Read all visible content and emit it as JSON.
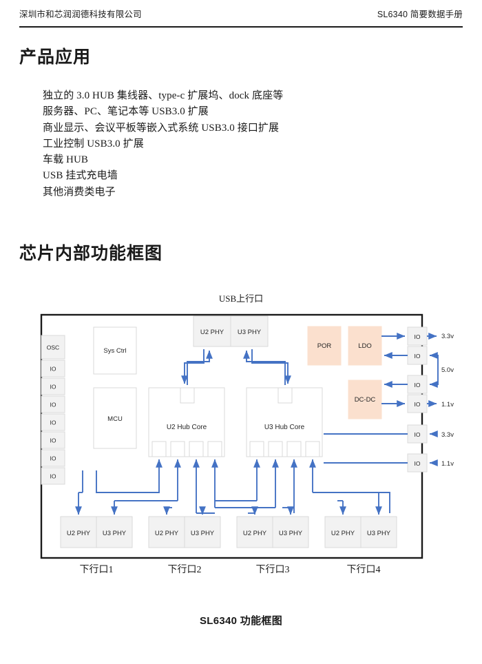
{
  "header": {
    "company": "深圳市和芯润润德科技有限公司",
    "document": "SL6340 简要数据手册"
  },
  "sections": {
    "applications": {
      "heading": "产品应用",
      "items": [
        "独立的 3.0 HUB 集线器、type-c 扩展坞、dock 底座等",
        "服务器、PC、笔记本等 USB3.0 扩展",
        "商业显示、会议平板等嵌入式系统 USB3.0 接口扩展",
        "工业控制 USB3.0 扩展",
        "车载 HUB",
        "USB 挂式充电墙",
        "其他消费类电子"
      ]
    },
    "block_diagram": {
      "heading": "芯片内部功能框图",
      "caption": "SL6340 功能框图",
      "upstream_label": "USB上行口",
      "left_column": {
        "osc": "OSC",
        "io": [
          "IO",
          "IO",
          "IO",
          "IO",
          "IO",
          "IO",
          "IO"
        ]
      },
      "control_blocks": [
        {
          "label": "Sys Ctrl"
        },
        {
          "label": "MCU"
        }
      ],
      "upstream_phys": [
        {
          "label": "U2 PHY"
        },
        {
          "label": "U3 PHY"
        }
      ],
      "hub_cores": [
        {
          "label": "U2 Hub Core"
        },
        {
          "label": "U3 Hub Core"
        }
      ],
      "power_blocks": [
        {
          "label": "POR"
        },
        {
          "label": "LDO"
        },
        {
          "label": "DC-DC"
        }
      ],
      "right_io": [
        {
          "label": "IO",
          "voltage": "3.3v",
          "direction": "out"
        },
        {
          "label": "IO",
          "voltage": "5.0v",
          "direction": "in"
        },
        {
          "label": "IO",
          "voltage": "5.0v",
          "direction": "in"
        },
        {
          "label": "IO",
          "voltage": "1.1v",
          "direction": "out"
        },
        {
          "label": "IO",
          "voltage": "3.3v",
          "direction": "in"
        },
        {
          "label": "IO",
          "voltage": "1.1v",
          "direction": "in"
        }
      ],
      "right_voltages": [
        "3.3v",
        "5.0v",
        "1.1v",
        "3.3v",
        "1.1v"
      ],
      "downstream_ports": [
        {
          "label": "下行口1",
          "phys": [
            "U2 PHY",
            "U3 PHY"
          ]
        },
        {
          "label": "下行口2",
          "phys": [
            "U2 PHY",
            "U3 PHY"
          ]
        },
        {
          "label": "下行口3",
          "phys": [
            "U2 PHY",
            "U3 PHY"
          ]
        },
        {
          "label": "下行口4",
          "phys": [
            "U2 PHY",
            "U3 PHY"
          ]
        }
      ],
      "colors": {
        "wire": "#4472c4",
        "block_fill": "#f2f2f2",
        "block_stroke": "#d9d9d9",
        "power_fill": "#fbe0ce",
        "frame": "#1a1a1a"
      }
    }
  }
}
